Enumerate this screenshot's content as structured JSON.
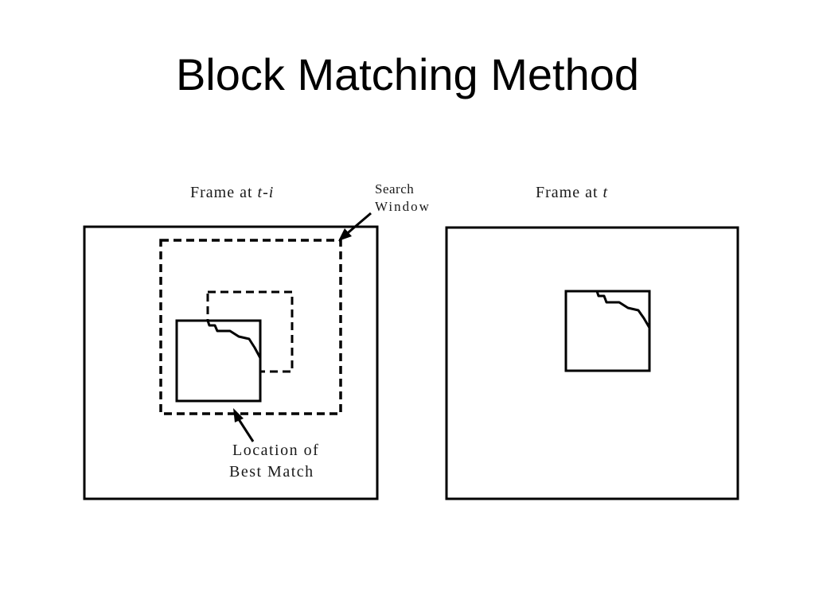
{
  "slide": {
    "title": "Block Matching Method"
  },
  "diagram": {
    "left_frame": {
      "label_prefix": "Frame at ",
      "label_var": "t-i"
    },
    "right_frame": {
      "label_prefix": "Frame at ",
      "label_var": "t"
    },
    "search_window": {
      "line1": "Search",
      "line2": "Window"
    },
    "best_match": {
      "line1": "Location of",
      "line2": "Best Match"
    },
    "colors": {
      "stroke": "#000000",
      "background": "#ffffff"
    }
  }
}
